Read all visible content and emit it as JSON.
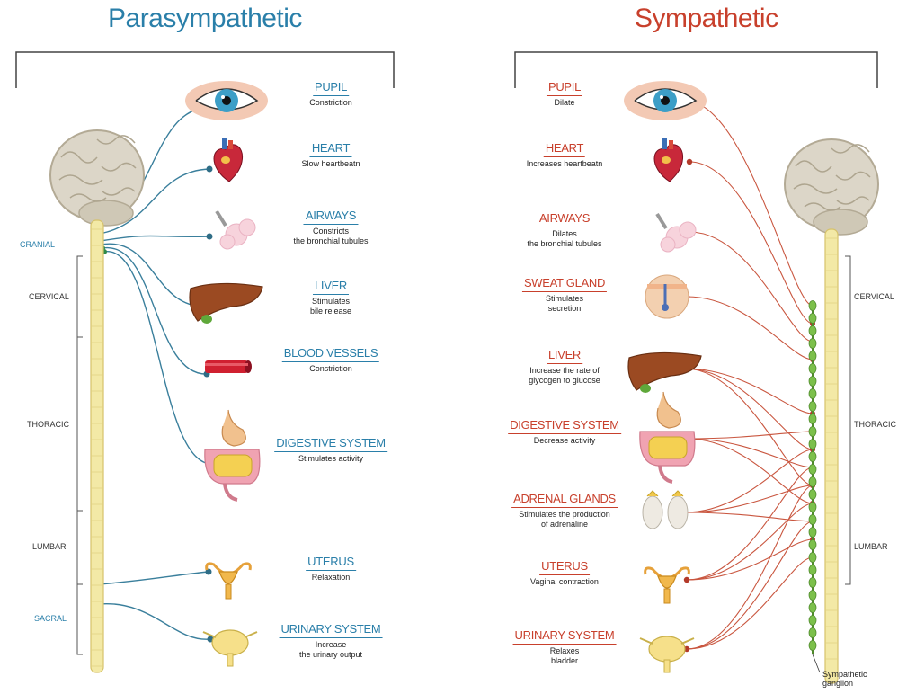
{
  "titles": {
    "parasympathetic": "Parasympathetic",
    "sympathetic": "Sympathetic"
  },
  "parasympathetic": {
    "organs": [
      {
        "name": "PUPIL",
        "effect": "Constriction",
        "icon": "eye-icon"
      },
      {
        "name": "HEART",
        "effect": "Slow heartbeatn",
        "icon": "heart-icon"
      },
      {
        "name": "AIRWAYS",
        "effect": "Constricts\nthe bronchial tubules",
        "icon": "airways-icon"
      },
      {
        "name": "LIVER",
        "effect": "Stimulates\nbile release",
        "icon": "liver-icon"
      },
      {
        "name": "BLOOD VESSELS",
        "effect": "Constriction",
        "icon": "blood-vessel-icon"
      },
      {
        "name": "DIGESTIVE SYSTEM",
        "effect": "Stimulates activity",
        "icon": "digestive-icon"
      },
      {
        "name": "UTERUS",
        "effect": "Relaxation",
        "icon": "uterus-icon"
      },
      {
        "name": "URINARY SYSTEM",
        "effect": "Increase\nthe urinary output",
        "icon": "bladder-icon"
      }
    ],
    "regions": [
      "CRANIAL",
      "CERVICAL",
      "THORACIC",
      "LUMBAR",
      "SACRAL"
    ]
  },
  "sympathetic": {
    "organs": [
      {
        "name": "PUPIL",
        "effect": "Dilate",
        "icon": "eye-icon"
      },
      {
        "name": "HEART",
        "effect": "Increases heartbeatn",
        "icon": "heart-icon"
      },
      {
        "name": "AIRWAYS",
        "effect": "Dilates\nthe bronchial tubules",
        "icon": "airways-icon"
      },
      {
        "name": "SWEAT GLAND",
        "effect": "Stimulates\nsecretion",
        "icon": "sweat-gland-icon"
      },
      {
        "name": "LIVER",
        "effect": "Increase the rate of\nglycogen to glucose",
        "icon": "liver-icon"
      },
      {
        "name": "DIGESTIVE SYSTEM",
        "effect": "Decrease activity",
        "icon": "digestive-icon"
      },
      {
        "name": "ADRENAL GLANDS",
        "effect": "Stimulates the production\nof adrenaline",
        "icon": "adrenal-icon"
      },
      {
        "name": "UTERUS",
        "effect": "Vaginal contraction",
        "icon": "uterus-icon"
      },
      {
        "name": "URINARY SYSTEM",
        "effect": "Relaxes\nbladder",
        "icon": "bladder-icon"
      }
    ],
    "regions": [
      "CERVICAL",
      "THORACIC",
      "LUMBAR"
    ],
    "ganglion_note": "Sympathetic\nganglion"
  },
  "colors": {
    "parasympathetic": "#2a7fa9",
    "sympathetic": "#c8402c",
    "spine": "#f3e9a6",
    "ganglion": "#7cc04b"
  }
}
